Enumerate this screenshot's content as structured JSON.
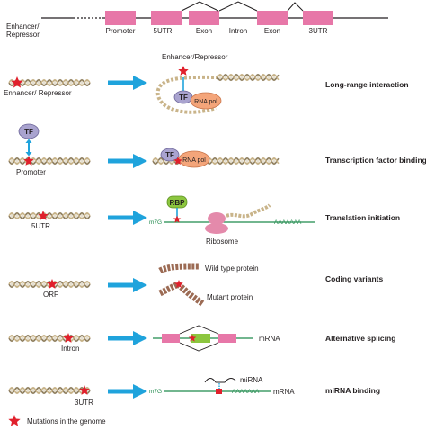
{
  "colors": {
    "exon_pink": "#e777a8",
    "arrow_blue": "#1fa3dc",
    "mutation_red": "#e0202c",
    "tf_purple": "#a9a3cf",
    "pol_orange": "#f4a57a",
    "rbp_green": "#8cc63f",
    "ribosome_pink": "#e48aab",
    "mrna_green": "#1f8a4c",
    "dna_tan": "#c9b48a"
  },
  "gene_map": {
    "enhancer_label": "Enhancer/ Repressor",
    "segments": [
      "Promoter",
      "5UTR",
      "Exon",
      "Intron",
      "Exon",
      "3UTR"
    ]
  },
  "rows": [
    {
      "left_label": "Enhancer/ Repressor",
      "right_labels": [
        "Enhancer/Repressor",
        "TF",
        "RNA pol"
      ],
      "title": "Long-range interaction"
    },
    {
      "left_label": "Promoter",
      "left_tf": "TF",
      "right_labels": [
        "TF",
        "RNA pol"
      ],
      "title": "Transcription factor binding"
    },
    {
      "left_label": "5UTR",
      "right_labels": [
        "RBP",
        "m7G",
        "AAAAAAA",
        "Ribosome"
      ],
      "title": "Translation initiation"
    },
    {
      "left_label": "ORF",
      "right_labels": [
        "Wild type protein",
        "Mutant protein"
      ],
      "title": "Coding variants"
    },
    {
      "left_label": "Intron",
      "right_labels": [
        "mRNA"
      ],
      "title": "Alternative splicing"
    },
    {
      "left_label": "3UTR",
      "right_labels": [
        "miRNA",
        "m7G",
        "AAAAAAA",
        "mRNA"
      ],
      "title": "miRNA binding"
    }
  ],
  "legend": {
    "label": "Mutations in the genome"
  }
}
